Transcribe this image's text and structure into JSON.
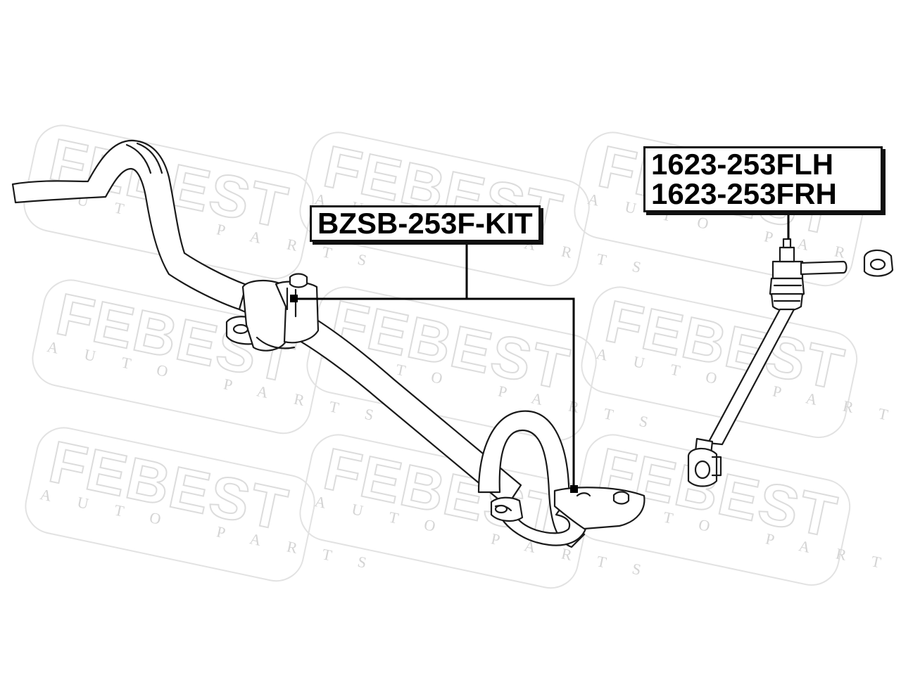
{
  "watermark": {
    "brand": "FEBEST",
    "tagline": "AUTO PARTS"
  },
  "labels": {
    "kit": "BZSB-253F-KIT",
    "link_left": "1623-253FLH",
    "link_right": "1623-253FRH"
  },
  "colors": {
    "line": "#111111",
    "watermark": "#dcdcdc",
    "background": "#ffffff"
  }
}
